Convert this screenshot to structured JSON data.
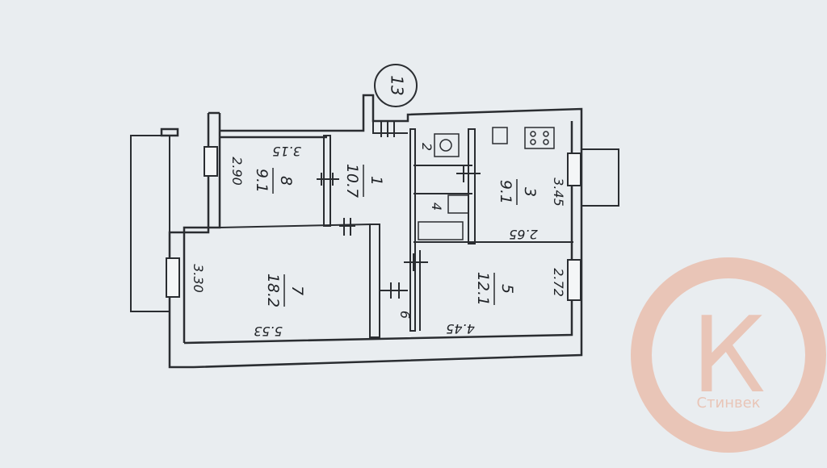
{
  "plan": {
    "apartment_number": "13",
    "rooms": [
      {
        "number": "8",
        "area": "9.1"
      },
      {
        "number": "1",
        "area": "10.7"
      },
      {
        "number": "3",
        "area": "9.1"
      },
      {
        "number": "7",
        "area": "18.2"
      },
      {
        "number": "5",
        "area": "12.1"
      },
      {
        "number": "2",
        "area": ""
      },
      {
        "number": "4",
        "area": ""
      },
      {
        "number": "6",
        "area": ""
      }
    ],
    "dimensions": [
      "3.15",
      "2.90",
      "3.30",
      "5.53",
      "4.45",
      "2.65",
      "3.45",
      "2.72"
    ]
  },
  "colors": {
    "background": "#e9edf0",
    "line": "#2a2d31",
    "watermark": "#e9a58a"
  },
  "watermark": {
    "letter": "К",
    "text": "Стинвек"
  }
}
